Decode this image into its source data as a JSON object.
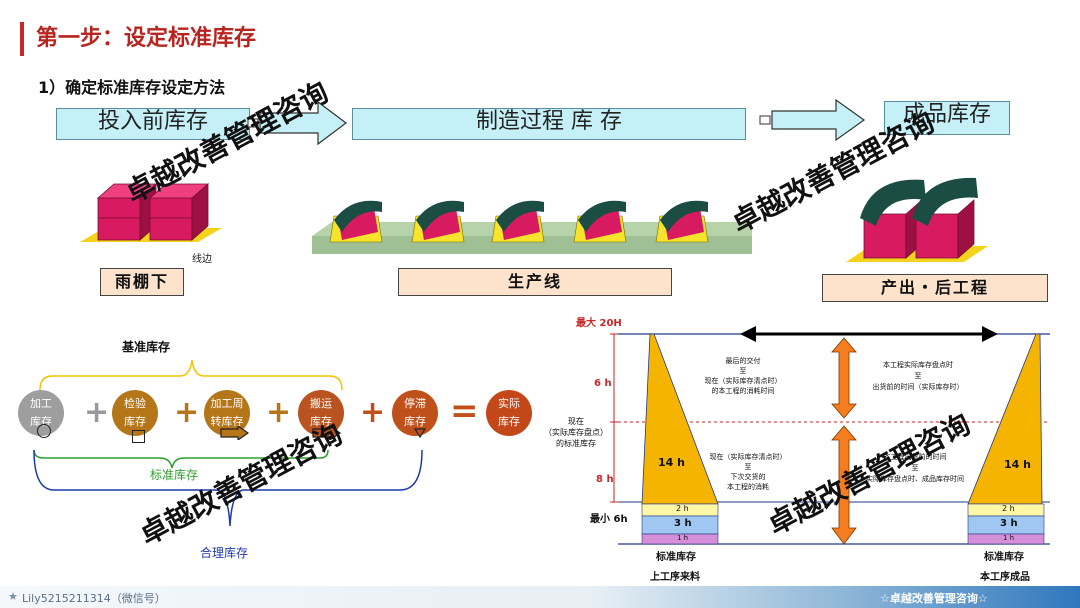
{
  "title": "第一步：设定标准库存",
  "subtitle": "1）确定标准库存设定方法",
  "flow": {
    "box1": "投入前库存",
    "box2": "制造过程 库 存",
    "box3": "成品库存"
  },
  "labels": {
    "line_side": "线边",
    "rain_shed": "雨棚下",
    "production_line": "生产线",
    "output_next": "产出・后工程"
  },
  "formula": {
    "base_inventory": "基准库存",
    "standard_inventory": "标准库存",
    "reasonable_inventory": "合理库存",
    "circles": [
      {
        "line1": "加工",
        "line2": "库存"
      },
      {
        "line1": "检验",
        "line2": "库存"
      },
      {
        "line1": "加工周",
        "line2": "转库存"
      },
      {
        "line1": "搬运",
        "line2": "库存"
      },
      {
        "line1": "停滞",
        "line2": "库存"
      },
      {
        "line1": "实际",
        "line2": "库存"
      }
    ],
    "operators": [
      "+",
      "+",
      "+",
      "+",
      "="
    ]
  },
  "chart": {
    "max_label": "最大 20H",
    "min_label": "最小 6h",
    "h6": "6 h",
    "h8": "8 h",
    "left_note": "现在\n（实际库存盘点）\n的标准库存",
    "upper_mid_left": "最后的交付\n至\n现在（实际库存清点时）\n的本工程的消耗时间",
    "upper_mid_right": "本工程实际库存盘点时\n至\n出货前的时间（实际库存时）",
    "lower_mid_left": "现在（实际库存清点时）\n至\n下次交货的\n本工程的消耗",
    "lower_mid_right": "本工程出货前的时间\n至\n实际库存盘点时、成品库存时间",
    "tri_left_value": "14 h",
    "tri_right_value": "14 h",
    "bars": [
      "2 h",
      "3 h",
      "1 h"
    ],
    "left_caption1": "标准库存",
    "left_caption2": "上工序来料",
    "right_caption1": "标准库存",
    "right_caption2": "本工序成品"
  },
  "watermark": "卓越改善管理咨询",
  "footer": {
    "left": "Lily5215211314（微信号）",
    "right": "☆卓越改善管理咨询☆"
  },
  "colors": {
    "title_red": "#b8241f",
    "flow_box": "#c5f0f7",
    "magenta_block": "#d81b60",
    "dark_teal": "#1c4d45",
    "yellow_base": "#f5d31d",
    "triangle_yellow": "#f5b400",
    "circle_gray": "#9e9e9e",
    "circle_brown": "#b5761a",
    "circle_rust": "#c0501a",
    "orange_arrow": "#f57c1f"
  }
}
